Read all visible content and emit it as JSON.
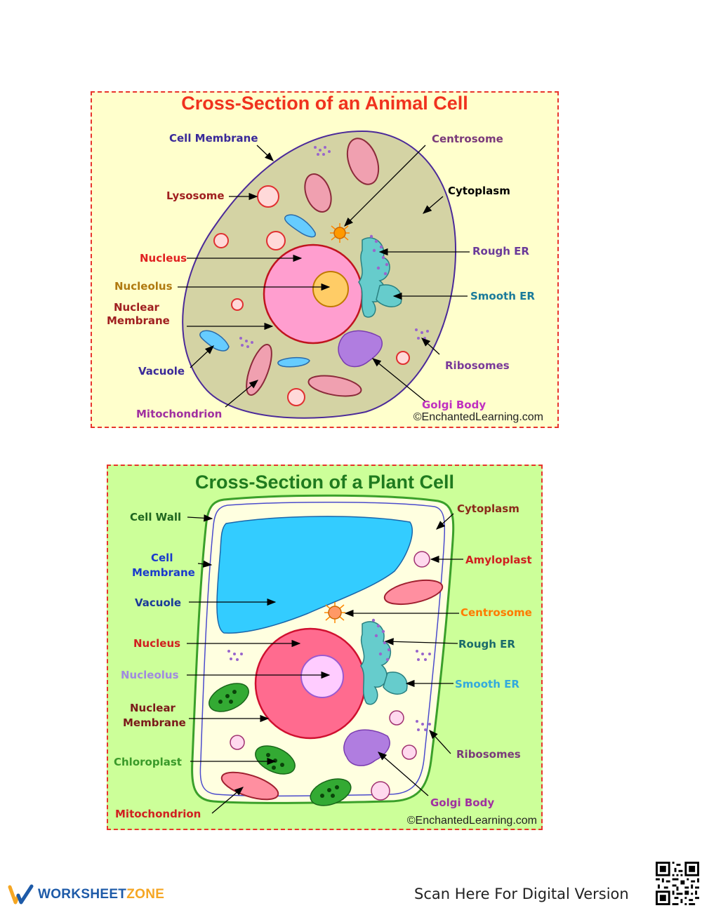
{
  "animal": {
    "title": "Cross-Section of an Animal Cell",
    "credit": "©EnchantedLearning.com",
    "labels": {
      "cell_membrane": "Cell Membrane",
      "centrosome": "Centrosome",
      "lysosome": "Lysosome",
      "cytoplasm": "Cytoplasm",
      "nucleus": "Nucleus",
      "rough_er": "Rough ER",
      "nucleolus": "Nucleolus",
      "smooth_er": "Smooth ER",
      "nuclear_membrane_1": "Nuclear",
      "nuclear_membrane_2": "Membrane",
      "ribosomes": "Ribosomes",
      "vacuole": "Vacuole",
      "golgi_body": "Golgi Body",
      "mitochondrion": "Mitochondrion"
    }
  },
  "plant": {
    "title": "Cross-Section of a Plant Cell",
    "credit": "©EnchantedLearning.com",
    "labels": {
      "cell_wall": "Cell Wall",
      "cytoplasm": "Cytoplasm",
      "cell_membrane_1": "Cell",
      "cell_membrane_2": "Membrane",
      "amyloplast": "Amyloplast",
      "vacuole": "Vacuole",
      "centrosome": "Centrosome",
      "nucleus": "Nucleus",
      "rough_er": "Rough ER",
      "nucleolus": "Nucleolus",
      "smooth_er": "Smooth ER",
      "nuclear_membrane_1": "Nuclear",
      "nuclear_membrane_2": "Membrane",
      "ribosomes": "Ribosomes",
      "chloroplast": "Chloroplast",
      "golgi_body": "Golgi Body",
      "mitochondrion": "Mitochondrion"
    }
  },
  "footer": {
    "logo_word1": "WORKSHEET",
    "logo_word2": "ZONE",
    "scan_text": "Scan Here For Digital Version"
  },
  "colors": {
    "animal_bg": "#ffffcc",
    "plant_bg": "#ccff99",
    "panel_border": "#e8342b",
    "cytoplasm_animal": "#d4d3a4",
    "nucleus_pink": "#ff9ecf",
    "vacuole_blue": "#33ccff"
  }
}
